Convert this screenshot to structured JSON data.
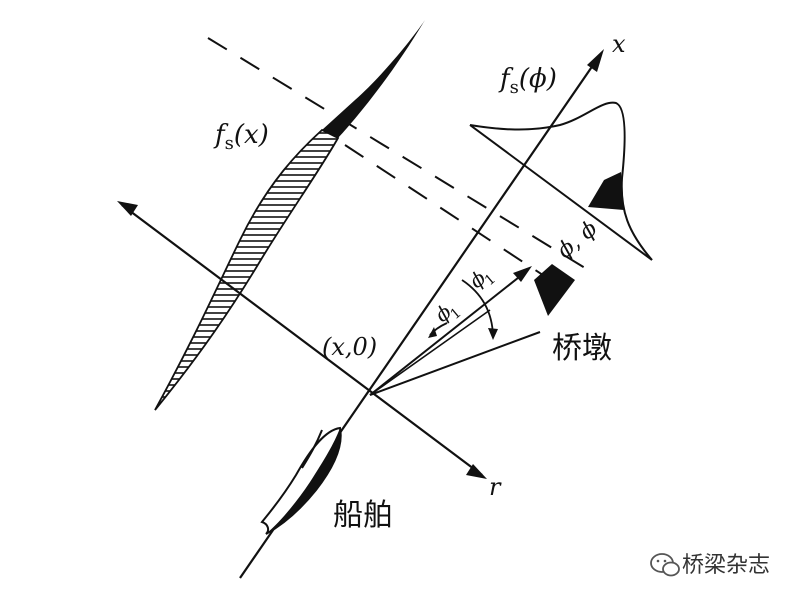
{
  "labels": {
    "fs_x_f": "f",
    "fs_x_sub": "s",
    "fs_x_arg": "(x)",
    "fs_phi_f": "f",
    "fs_phi_sub": "s",
    "fs_phi_arg": "(ϕ)",
    "axis_x": "x",
    "axis_r": "r",
    "origin": "(x,0)",
    "phi_range": "ϕ, ϕ",
    "phi_1": "ϕ",
    "phi_1_sub": "1",
    "phi_2": "ϕ",
    "phi_2_sub": "1",
    "pier": "桥墩",
    "ship": "船舶"
  },
  "watermark": {
    "text": "桥梁杂志"
  }
}
